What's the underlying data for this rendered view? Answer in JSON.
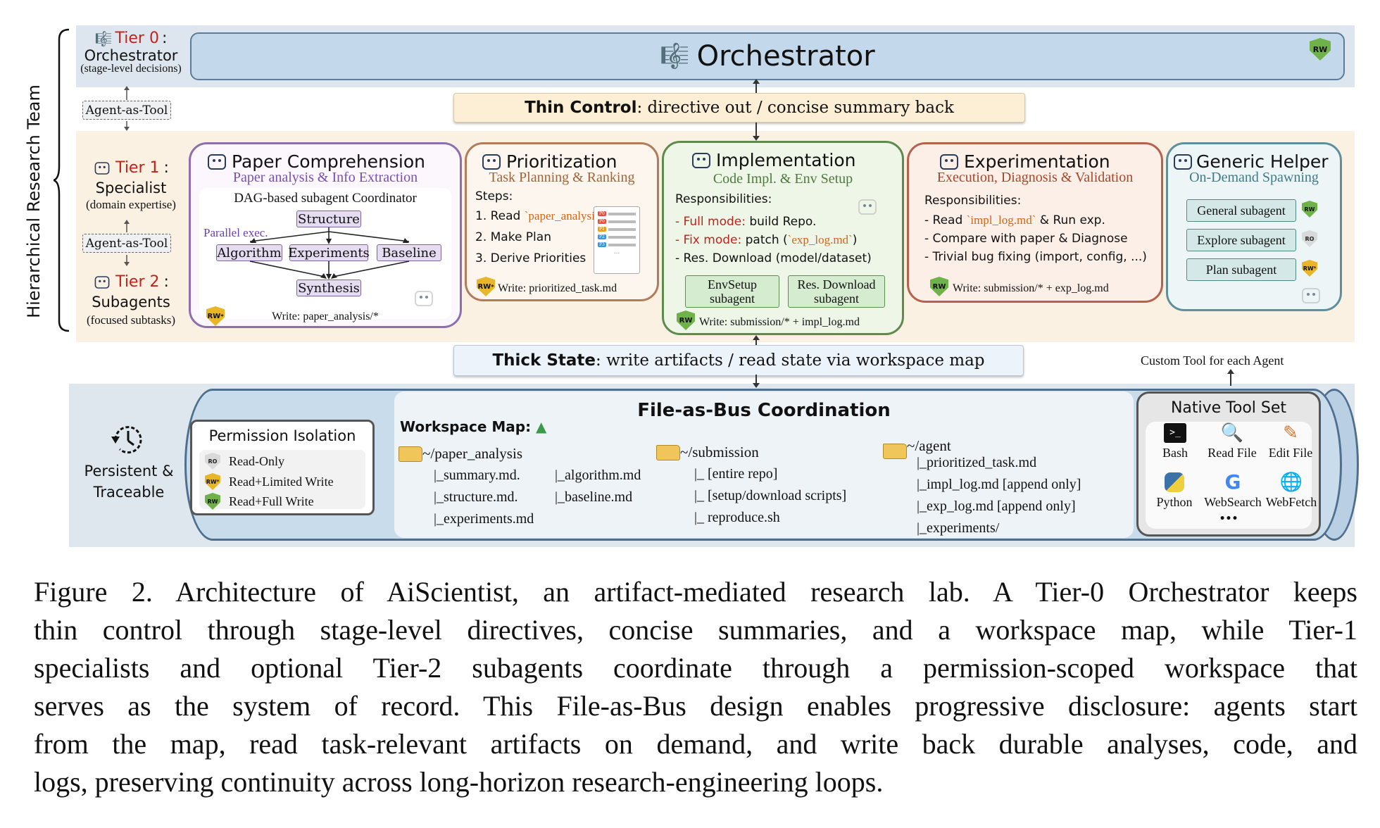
{
  "left_panel": {
    "team_label": "Hierarchical Research Team",
    "tier0_label": "Tier 0",
    "tier0_colon": ":",
    "tier0_name": "Orchestrator",
    "tier0_desc": "(stage-level decisions)",
    "agent_as_tool_1": "Agent-as-Tool",
    "tier1_label": "Tier 1",
    "tier1_name": "Specialist",
    "tier1_desc": "(domain expertise)",
    "agent_as_tool_2": "Agent-as-Tool",
    "tier2_label": "Tier 2",
    "tier2_name": "Subagents",
    "tier2_desc": "(focused subtasks)"
  },
  "orchestrator": {
    "title": "Orchestrator",
    "badge": "RW"
  },
  "thin_control": {
    "bold": "Thin Control",
    "text": ": directive out / concise summary back"
  },
  "thick_state": {
    "bold": "Thick State",
    "text": ": write artifacts / read state via workspace map"
  },
  "custom_tool": "Custom Tool for each Agent",
  "cards": {
    "paper": {
      "title": "Paper Comprehension",
      "subtitle": "Paper analysis & Info Extraction",
      "dag": "DAG-based subagent Coordinator",
      "parallel": "Parallel exec.",
      "structure": "Structure",
      "algorithm": "Algorithm",
      "experiments": "Experiments",
      "baseline": "Baseline",
      "synthesis": "Synthesis",
      "badge": "RW",
      "badge_sup": "*",
      "write": "Write: paper_analysis/*"
    },
    "prior": {
      "title": "Prioritization",
      "subtitle": "Task Planning & Ranking",
      "steps_label": "Steps:",
      "step1_prefix": "1. Read ",
      "step1_code": "`paper_analysis/*`",
      "step2": "2. Make Plan",
      "step3": "3. Derive Priorities",
      "list_tags": [
        "P0",
        "P0",
        "P1",
        "P2",
        "P3"
      ],
      "list_more": "...",
      "badge": "RW",
      "badge_sup": "*",
      "write": "Write: prioritized_task.md"
    },
    "impl": {
      "title": "Implementation",
      "subtitle": "Code Impl. & Env Setup",
      "resp": "Responsibilities:",
      "line1_red": "- Full mode:",
      "line1_rest": " build Repo.",
      "line2_red": "- Fix mode:",
      "line2_mid": " patch (",
      "line2_code": "`exp_log.md`",
      "line2_end": ")",
      "line3": "- Res. Download (model/dataset)",
      "btn1_l1": "EnvSetup",
      "btn1_l2": "subagent",
      "btn2_l1": "Res. Download",
      "btn2_l2": "subagent",
      "badge": "RW",
      "write": "Write: submission/* + impl_log.md"
    },
    "exper": {
      "title": "Experimentation",
      "subtitle": "Execution, Diagnosis & Validation",
      "resp": "Responsibilities:",
      "line1_prefix": "- Read  ",
      "line1_code": "`impl_log.md`",
      "line1_rest": " & Run exp.",
      "line2": "- Compare with paper & Diagnose",
      "line3": "- Trivial bug fixing (import, config, ...)",
      "badge": "RW",
      "write": "Write: submission/* + exp_log.md"
    },
    "helper": {
      "title": "Generic Helper",
      "subtitle": "On-Demand Spawning",
      "general": "General subagent",
      "explore": "Explore subagent",
      "plan": "Plan subagent",
      "badge_general": "RW",
      "badge_explore": "RO",
      "badge_plan": "RW",
      "badge_plan_sup": "*"
    }
  },
  "bottom": {
    "persistent_l1": "Persistent &",
    "persistent_l2": "Traceable",
    "perm_title": "Permission Isolation",
    "perm_ro": "Read-Only",
    "perm_rwl": "Read+Limited Write",
    "perm_rw": "Read+Full Write",
    "badge_ro": "RO",
    "badge_rwl": "RW",
    "badge_rwl_sup": "*",
    "badge_rw": "RW",
    "ws_title": "File-as-Bus Coordination",
    "ws_map": "Workspace Map:",
    "paper_dir": "~/paper_analysis",
    "paper_files_col1": [
      "|_summary.md.",
      "|_structure.md.",
      "|_experiments.md"
    ],
    "paper_files_col2": [
      "|_algorithm.md",
      "|_baseline.md"
    ],
    "sub_dir": "~/submission",
    "sub_files": [
      "|_ [entire repo]",
      "|_ [setup/download scripts]",
      "|_ reproduce.sh"
    ],
    "agent_dir": "~/agent",
    "agent_files": [
      "|_prioritized_task.md",
      "|_impl_log.md [append only]",
      "|_exp_log.md [append only]",
      "|_experiments/"
    ],
    "native_title": "Native Tool Set",
    "tools": [
      "Bash",
      "Read File",
      "Edit File",
      "Python",
      "WebSearch",
      "WebFetch"
    ],
    "more": "•••"
  },
  "caption": {
    "lines": [
      "Figure 2. Architecture of AiScientist, an artifact-mediated research lab. A Tier-0 Orchestrator keeps",
      "thin control through stage-level directives, concise summaries, and a workspace map, while Tier-1",
      "specialists and optional Tier-2 subagents coordinate through a permission-scoped workspace that",
      "serves as the system of record. This File-as-Bus design enables progressive disclosure: agents start",
      "from the map, read task-relevant artifacts on demand, and write back durable analyses, code, and",
      "logs, preserving continuity across long-horizon research-engineering loops."
    ]
  },
  "colors": {
    "purple_border": "#8b6fb0",
    "brown_border": "#b07c5b",
    "green_border": "#5f8a4e",
    "red_border": "#b8604e",
    "teal_border": "#5f8f9a",
    "tier_red": "#c0231b",
    "orange_code": "#d2651c"
  }
}
